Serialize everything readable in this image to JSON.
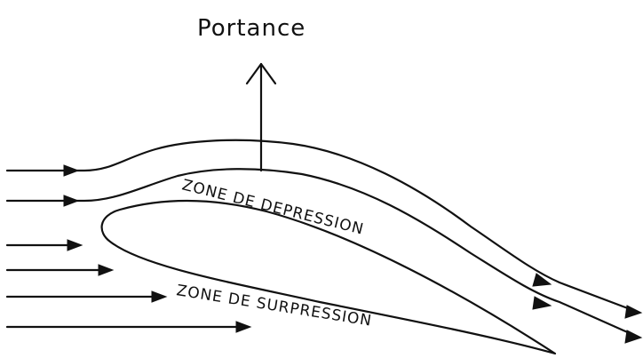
{
  "title": "Portance",
  "zones": {
    "upper": "ZONE DE DEPRESSION",
    "lower": "ZONE DE SURPRESSION"
  },
  "colors": {
    "ink": "#111111",
    "background": "#ffffff"
  }
}
